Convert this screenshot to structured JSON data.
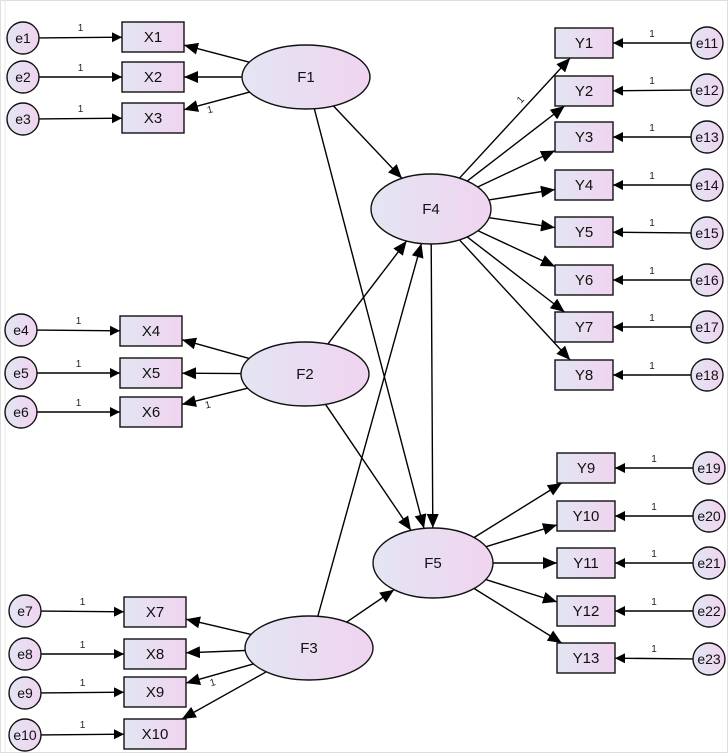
{
  "colors": {
    "fill_left": "#e3e5f2",
    "fill_right": "#f0d4f0",
    "stroke": "#111111",
    "edge": "#000000",
    "border": "#dedede"
  },
  "latent": [
    {
      "id": "F1",
      "label": "F1"
    },
    {
      "id": "F2",
      "label": "F2"
    },
    {
      "id": "F3",
      "label": "F3"
    },
    {
      "id": "F4",
      "label": "F4"
    },
    {
      "id": "F5",
      "label": "F5"
    }
  ],
  "observed": [
    {
      "id": "X1",
      "label": "X1"
    },
    {
      "id": "X2",
      "label": "X2"
    },
    {
      "id": "X3",
      "label": "X3"
    },
    {
      "id": "X4",
      "label": "X4"
    },
    {
      "id": "X5",
      "label": "X5"
    },
    {
      "id": "X6",
      "label": "X6"
    },
    {
      "id": "X7",
      "label": "X7"
    },
    {
      "id": "X8",
      "label": "X8"
    },
    {
      "id": "X9",
      "label": "X9"
    },
    {
      "id": "X10",
      "label": "X10"
    },
    {
      "id": "Y1",
      "label": "Y1"
    },
    {
      "id": "Y2",
      "label": "Y2"
    },
    {
      "id": "Y3",
      "label": "Y3"
    },
    {
      "id": "Y4",
      "label": "Y4"
    },
    {
      "id": "Y5",
      "label": "Y5"
    },
    {
      "id": "Y6",
      "label": "Y6"
    },
    {
      "id": "Y7",
      "label": "Y7"
    },
    {
      "id": "Y8",
      "label": "Y8"
    },
    {
      "id": "Y9",
      "label": "Y9"
    },
    {
      "id": "Y10",
      "label": "Y10"
    },
    {
      "id": "Y11",
      "label": "Y11"
    },
    {
      "id": "Y12",
      "label": "Y12"
    },
    {
      "id": "Y13",
      "label": "Y13"
    }
  ],
  "errors": [
    {
      "id": "e1",
      "label": "e1",
      "target": "X1",
      "weight": "1"
    },
    {
      "id": "e2",
      "label": "e2",
      "target": "X2",
      "weight": "1"
    },
    {
      "id": "e3",
      "label": "e3",
      "target": "X3",
      "weight": "1"
    },
    {
      "id": "e4",
      "label": "e4",
      "target": "X4",
      "weight": "1"
    },
    {
      "id": "e5",
      "label": "e5",
      "target": "X5",
      "weight": "1"
    },
    {
      "id": "e6",
      "label": "e6",
      "target": "X6",
      "weight": "1"
    },
    {
      "id": "e7",
      "label": "e7",
      "target": "X7",
      "weight": "1"
    },
    {
      "id": "e8",
      "label": "e8",
      "target": "X8",
      "weight": "1"
    },
    {
      "id": "e9",
      "label": "e9",
      "target": "X9",
      "weight": "1"
    },
    {
      "id": "e10",
      "label": "e10",
      "target": "X10",
      "weight": "1"
    },
    {
      "id": "e11",
      "label": "e11",
      "target": "Y1",
      "weight": "1"
    },
    {
      "id": "e12",
      "label": "e12",
      "target": "Y2",
      "weight": "1"
    },
    {
      "id": "e13",
      "label": "e13",
      "target": "Y3",
      "weight": "1"
    },
    {
      "id": "e14",
      "label": "e14",
      "target": "Y4",
      "weight": "1"
    },
    {
      "id": "e15",
      "label": "e15",
      "target": "Y5",
      "weight": "1"
    },
    {
      "id": "e16",
      "label": "e16",
      "target": "Y6",
      "weight": "1"
    },
    {
      "id": "e17",
      "label": "e17",
      "target": "Y7",
      "weight": "1"
    },
    {
      "id": "e18",
      "label": "e18",
      "target": "Y8",
      "weight": "1"
    },
    {
      "id": "e19",
      "label": "e19",
      "target": "Y9",
      "weight": "1"
    },
    {
      "id": "e20",
      "label": "e20",
      "target": "Y10",
      "weight": "1"
    },
    {
      "id": "e21",
      "label": "e21",
      "target": "Y11",
      "weight": "1"
    },
    {
      "id": "e22",
      "label": "e22",
      "target": "Y12",
      "weight": "1"
    },
    {
      "id": "e23",
      "label": "e23",
      "target": "Y13",
      "weight": "1"
    }
  ],
  "loadings": [
    {
      "from": "F1",
      "to": "X1"
    },
    {
      "from": "F1",
      "to": "X2"
    },
    {
      "from": "F1",
      "to": "X3",
      "weight": "1"
    },
    {
      "from": "F2",
      "to": "X4"
    },
    {
      "from": "F2",
      "to": "X5"
    },
    {
      "from": "F2",
      "to": "X6",
      "weight": "1"
    },
    {
      "from": "F3",
      "to": "X7"
    },
    {
      "from": "F3",
      "to": "X8"
    },
    {
      "from": "F3",
      "to": "X9",
      "weight": "1"
    },
    {
      "from": "F3",
      "to": "X10"
    },
    {
      "from": "F4",
      "to": "Y1",
      "weight": "1"
    },
    {
      "from": "F4",
      "to": "Y2"
    },
    {
      "from": "F4",
      "to": "Y3"
    },
    {
      "from": "F4",
      "to": "Y4"
    },
    {
      "from": "F4",
      "to": "Y5"
    },
    {
      "from": "F4",
      "to": "Y6"
    },
    {
      "from": "F4",
      "to": "Y7"
    },
    {
      "from": "F4",
      "to": "Y8"
    },
    {
      "from": "F5",
      "to": "Y9"
    },
    {
      "from": "F5",
      "to": "Y10"
    },
    {
      "from": "F5",
      "to": "Y11"
    },
    {
      "from": "F5",
      "to": "Y12"
    },
    {
      "from": "F5",
      "to": "Y13"
    }
  ],
  "paths": [
    {
      "from": "F1",
      "to": "F4"
    },
    {
      "from": "F1",
      "to": "F5"
    },
    {
      "from": "F2",
      "to": "F4"
    },
    {
      "from": "F2",
      "to": "F5"
    },
    {
      "from": "F3",
      "to": "F4"
    },
    {
      "from": "F3",
      "to": "F5"
    },
    {
      "from": "F4",
      "to": "F5"
    }
  ]
}
